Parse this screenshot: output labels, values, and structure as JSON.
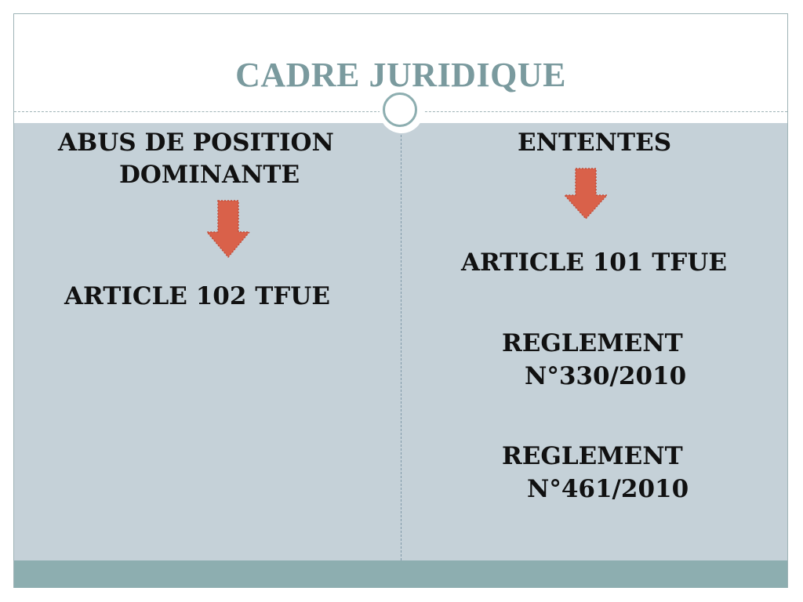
{
  "slide": {
    "title": "CADRE JURIDIQUE"
  },
  "left_column": {
    "heading_line1": "ABUS DE POSITION",
    "heading_line2": "DOMINANTE",
    "arrow_icon": "down-arrow-icon",
    "article": "ARTICLE 102 TFUE"
  },
  "right_column": {
    "heading": "ENTENTES",
    "arrow_icon": "down-arrow-icon",
    "article": "ARTICLE 101 TFUE",
    "regulation1_line1": "REGLEMENT",
    "regulation1_line2": "N°330/2010",
    "regulation2_line1": "REGLEMENT",
    "regulation2_line2": "N°461/2010"
  },
  "colors": {
    "title": "#7a9a9e",
    "content_background": "#c5d1d8",
    "footer_bar": "#8daeb0",
    "arrow": "#d9614a"
  }
}
